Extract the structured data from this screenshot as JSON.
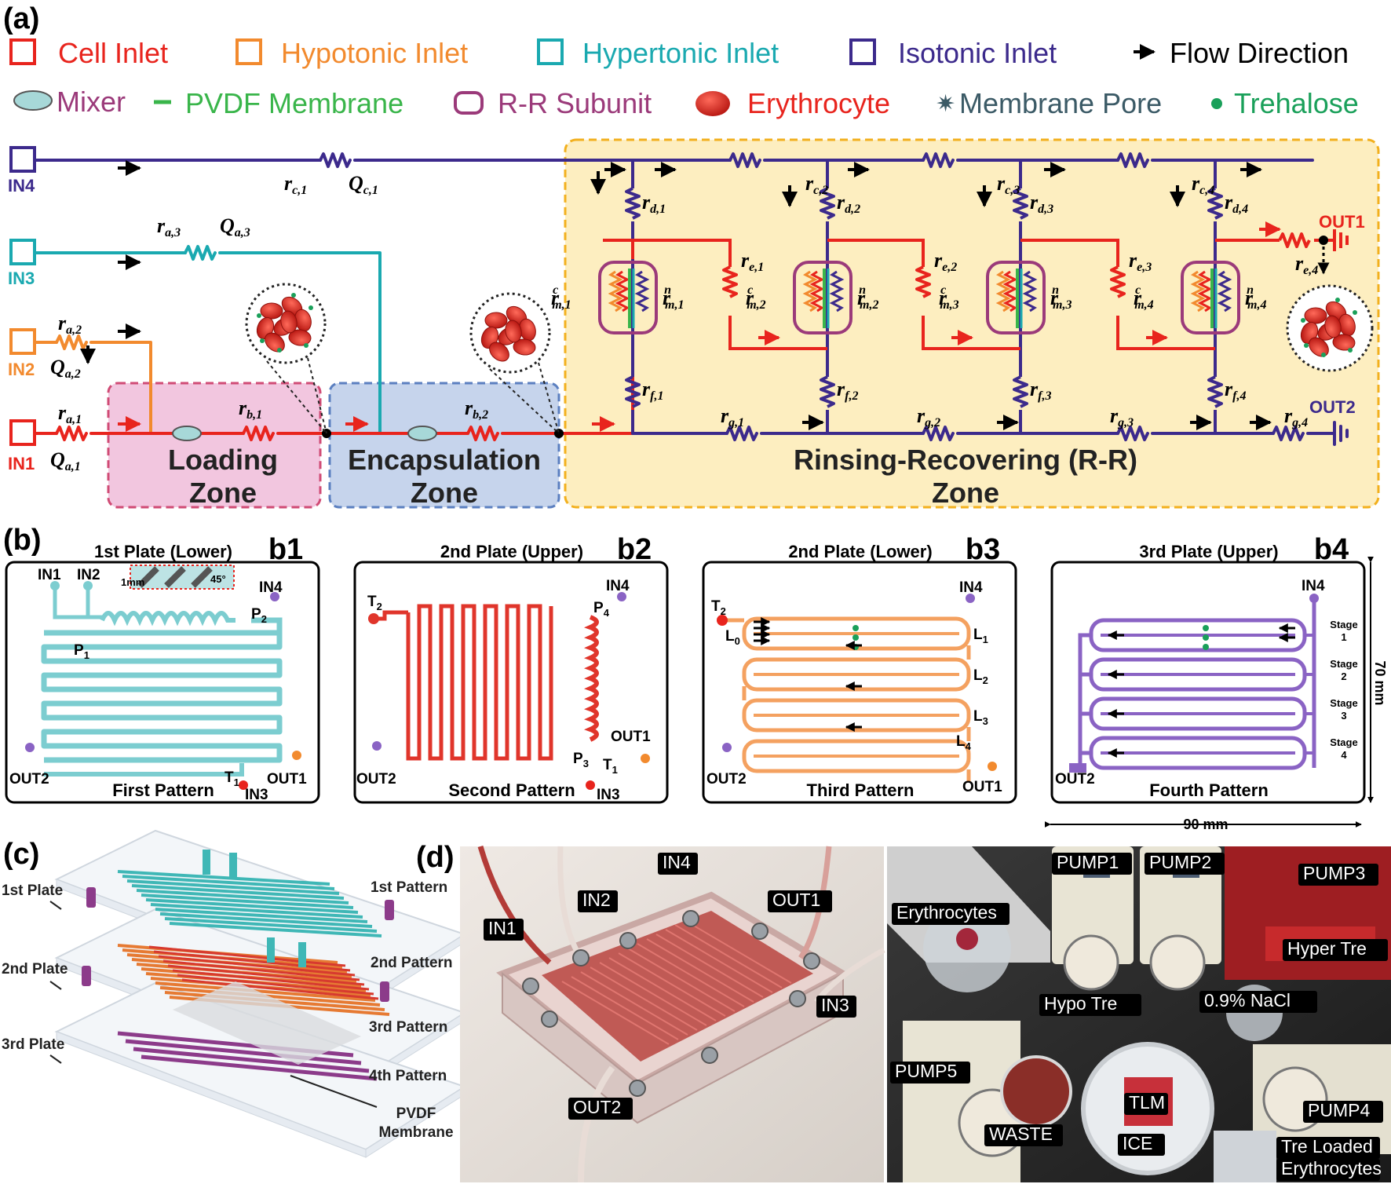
{
  "panels": {
    "a": "(a)",
    "b": "(b)",
    "c": "(c)",
    "d": "(d)"
  },
  "colors": {
    "cell": "#e8241d",
    "hypo": "#f28a2e",
    "hyper": "#1aa9b0",
    "iso": "#3c2a8c",
    "flow": "#000000",
    "mixer": "#a7d8d8",
    "pvdf": "#39b54a",
    "rr": "#9b3a7a",
    "ery": "#d2231c",
    "pore": "#3b5a66",
    "tre": "#1aa05a",
    "loading_zone": "#f2c6df",
    "encap_zone": "#c6d4ec",
    "rr_zone": "#fdeec0"
  },
  "legend": {
    "row1": [
      {
        "label": "Cell Inlet",
        "icon": "red-square-icon"
      },
      {
        "label": "Hypotonic Inlet",
        "icon": "orange-square-icon"
      },
      {
        "label": "Hypertonic Inlet",
        "icon": "teal-square-icon"
      },
      {
        "label": "Isotonic Inlet",
        "icon": "purple-square-icon"
      },
      {
        "label": "Flow Direction",
        "icon": "arrow-icon"
      }
    ],
    "row2": [
      {
        "label": "Mixer",
        "icon": "mixer-icon"
      },
      {
        "label": "PVDF Membrane",
        "icon": "membrane-line-icon"
      },
      {
        "label": "R-R Subunit",
        "icon": "rr-subunit-icon"
      },
      {
        "label": "Erythrocyte",
        "icon": "erythrocyte-icon"
      },
      {
        "label": "Membrane Pore",
        "icon": "pore-star-icon"
      },
      {
        "label": "Trehalose",
        "icon": "trehalose-dot-icon"
      }
    ]
  },
  "circuit": {
    "inlets": [
      "IN4",
      "IN3",
      "IN2",
      "IN1"
    ],
    "outlets": [
      "OUT1",
      "OUT2"
    ],
    "zones": {
      "loading": [
        "Loading",
        "Zone"
      ],
      "encap": [
        "Encapsulation",
        "Zone"
      ],
      "rr": [
        "Rinsing-Recovering (R-R)",
        "Zone"
      ]
    },
    "labels": {
      "rc1": [
        "r",
        "c,1"
      ],
      "Qc1": [
        "Q",
        "c,1"
      ],
      "ra3": [
        "r",
        "a,3"
      ],
      "Qa3": [
        "Q",
        "a,3"
      ],
      "ra2": [
        "r",
        "a,2"
      ],
      "Qa2": [
        "Q",
        "a,2"
      ],
      "ra1": [
        "r",
        "a,1"
      ],
      "Qa1": [
        "Q",
        "a,1"
      ],
      "rb1": [
        "r",
        "b,1"
      ],
      "rb2": [
        "r",
        "b,2"
      ],
      "rc": [
        [
          "r",
          "c,2"
        ],
        [
          "r",
          "c,3"
        ],
        [
          "r",
          "c,4"
        ]
      ],
      "rd": [
        [
          "r",
          "d,1"
        ],
        [
          "r",
          "d,2"
        ],
        [
          "r",
          "d,3"
        ],
        [
          "r",
          "d,4"
        ]
      ],
      "re": [
        [
          "r",
          "e,1"
        ],
        [
          "r",
          "e,2"
        ],
        [
          "r",
          "e,3"
        ],
        [
          "r",
          "e,4"
        ]
      ],
      "rf": [
        [
          "r",
          "f,1"
        ],
        [
          "r",
          "f,2"
        ],
        [
          "r",
          "f,3"
        ],
        [
          "r",
          "f,4"
        ]
      ],
      "rg": [
        [
          "r",
          "g,1"
        ],
        [
          "r",
          "g,2"
        ],
        [
          "r",
          "g,3"
        ],
        [
          "r",
          "g,4"
        ]
      ],
      "rmc": [
        [
          "r",
          "m,1",
          "c"
        ],
        [
          "r",
          "m,2",
          "c"
        ],
        [
          "r",
          "m,3",
          "c"
        ],
        [
          "r",
          "m,4",
          "c"
        ]
      ],
      "rmn": [
        [
          "r",
          "m,1",
          "n"
        ],
        [
          "r",
          "m,2",
          "n"
        ],
        [
          "r",
          "m,3",
          "n"
        ],
        [
          "r",
          "m,4",
          "n"
        ]
      ]
    }
  },
  "plates": [
    {
      "tag": "b1",
      "title": "1st Plate (Lower)",
      "pattern": "First Pattern",
      "ports": [
        "IN1",
        "IN2",
        "IN4",
        "OUT2",
        "OUT1",
        "IN3"
      ],
      "points": [
        "P",
        "1",
        "P",
        "2",
        "T",
        "1"
      ],
      "inset": [
        "1mm",
        "45°"
      ]
    },
    {
      "tag": "b2",
      "title": "2nd Plate (Upper)",
      "pattern": "Second Pattern",
      "ports": [
        "IN4",
        "OUT1",
        "OUT2",
        "IN3"
      ],
      "points": [
        "T",
        "2",
        "P",
        "4",
        "P",
        "3",
        "T",
        "1"
      ]
    },
    {
      "tag": "b3",
      "title": "2nd Plate (Lower)",
      "pattern": "Third Pattern",
      "ports": [
        "IN4",
        "OUT2",
        "OUT1"
      ],
      "points": [
        "T",
        "2",
        "L",
        "0",
        "L",
        "1",
        "L",
        "2",
        "L",
        "3",
        "L",
        "4"
      ]
    },
    {
      "tag": "b4",
      "title": "3rd Plate (Upper)",
      "pattern": "Fourth Pattern",
      "ports": [
        "IN4",
        "OUT2"
      ],
      "stages": [
        "Stage",
        "1",
        "Stage",
        "2",
        "Stage",
        "3",
        "Stage",
        "4"
      ],
      "dims": [
        "70 mm",
        "90 mm"
      ]
    }
  ],
  "exploded": {
    "left": [
      "1st Plate",
      "2nd Plate",
      "3rd Plate"
    ],
    "right": [
      "1st Pattern",
      "2nd Pattern",
      "3rd Pattern",
      "4th Pattern"
    ],
    "membrane": [
      "PVDF",
      "Membrane"
    ]
  },
  "photo1": [
    "IN4",
    "IN2",
    "OUT1",
    "IN1",
    "IN3",
    "OUT2"
  ],
  "photo2": [
    "PUMP1",
    "PUMP2",
    "PUMP3",
    "Erythrocytes",
    "Hyper Tre",
    "Hypo Tre",
    "0.9% NaCl",
    "PUMP5",
    "PUMP4",
    "WASTE",
    "ICE",
    "TLM",
    "Tre Loaded",
    "Erythrocytes"
  ]
}
